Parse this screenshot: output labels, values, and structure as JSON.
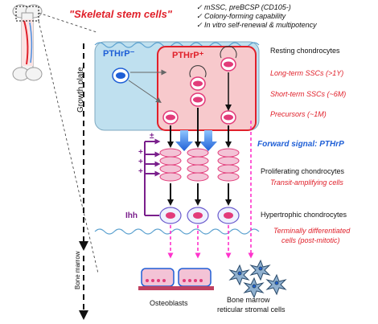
{
  "header": {
    "title": "\"Skeletal stem cells\"",
    "criteria": [
      "✓ mSSC, preBCSP (CD105-)",
      "✓ Colony-forming capability",
      "✓ In vitro self-renewal & multipotency"
    ]
  },
  "zones": {
    "growth_plate": "Growth plate",
    "bone_marrow": "Bone marrow"
  },
  "populations": {
    "pthrp_neg": "PTHrP⁻",
    "pthrp_pos": "PTHrP⁺"
  },
  "right_labels": {
    "resting": "Resting chondrocytes",
    "long_term": "Long-term SSCs (>1Y)",
    "short_term": "Short-term SSCs (~6M)",
    "precursors": "Precursors (~1M)",
    "forward_signal": "Forward signal: PTHrP",
    "proliferating": "Proliferating chondrocytes",
    "transit": "Transit-amplifying cells",
    "hypertrophic": "Hypertrophic chondrocytes",
    "terminal_1": "Terminally differentiated",
    "terminal_2": "cells (post-mitotic)"
  },
  "feedback": {
    "ihh": "Ihh",
    "pm": "±",
    "plus": "+"
  },
  "bottom_labels": {
    "osteoblasts": "Osteoblasts",
    "stromal_1": "Bone marrow",
    "stromal_2": "reticular stromal cells"
  },
  "colors": {
    "resting_zone": "#bfe0ef",
    "pthrp_box": "#f7c9cc",
    "cell_pink": "#e23c7a",
    "accent_red": "#e0202a",
    "accent_blue": "#1f5fd6",
    "feedback_purple": "#7a1f8c",
    "differentiation_arrow": "#ff33cc"
  }
}
